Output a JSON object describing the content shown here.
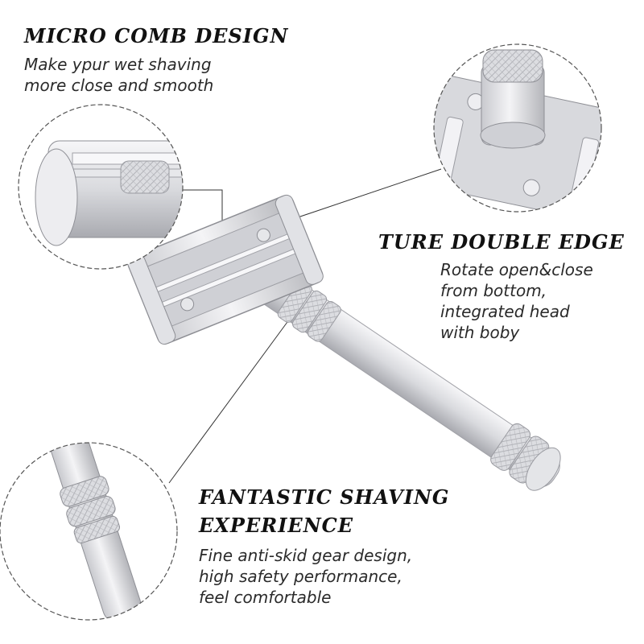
{
  "features": [
    {
      "title": "MICRO COMB DESIGN",
      "lines": [
        "Make ypur wet shaving",
        "more close and smooth"
      ]
    },
    {
      "title": "TURE DOUBLE EDGE",
      "lines": [
        "Rotate open&close",
        "from bottom,",
        "integrated head",
        "with boby"
      ]
    },
    {
      "title": "FANTASTIC SHAVING",
      "title_line2": "EXPERIENCE",
      "lines": [
        "Fine anti-skid gear design,",
        "high safety performance,",
        "feel comfortable"
      ]
    }
  ],
  "colors": {
    "background": "#ffffff",
    "heading": "#111111",
    "body_text": "#2a2a2a",
    "metal_light": "#f0f0f2",
    "metal_mid": "#d4d5d9",
    "metal_dark": "#9b9ca2"
  }
}
